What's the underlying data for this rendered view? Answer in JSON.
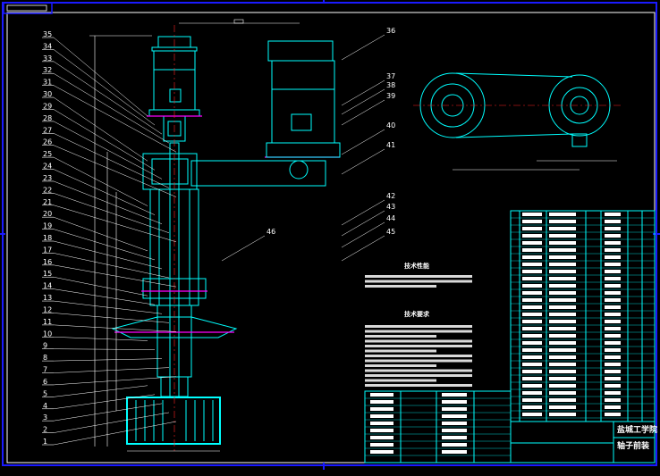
{
  "colors": {
    "background": "#000000",
    "frame": "#1a1aff",
    "line": "#ffffff",
    "part": "#00ffff",
    "accent": "#ff00ff",
    "center": "#ff2020",
    "green": "#00ff40"
  },
  "notes": {
    "tech_performance_heading": "技术性能",
    "tech_requirements_heading": "技术要求"
  },
  "title_block": {
    "school": "盐城工学院",
    "drawing_name": "轴子前装"
  },
  "left_callouts": [
    "35",
    "34",
    "33",
    "32",
    "31",
    "30",
    "29",
    "28",
    "27",
    "26",
    "25",
    "24",
    "23",
    "22",
    "21",
    "20",
    "19",
    "18",
    "17",
    "16",
    "15",
    "14",
    "13",
    "12",
    "11",
    "10",
    "9",
    "8",
    "7",
    "6",
    "5",
    "4",
    "3",
    "2",
    "1"
  ],
  "right_callouts": [
    "36",
    "37",
    "38",
    "39",
    "40",
    "41",
    "42",
    "43",
    "44",
    "45",
    "46"
  ]
}
